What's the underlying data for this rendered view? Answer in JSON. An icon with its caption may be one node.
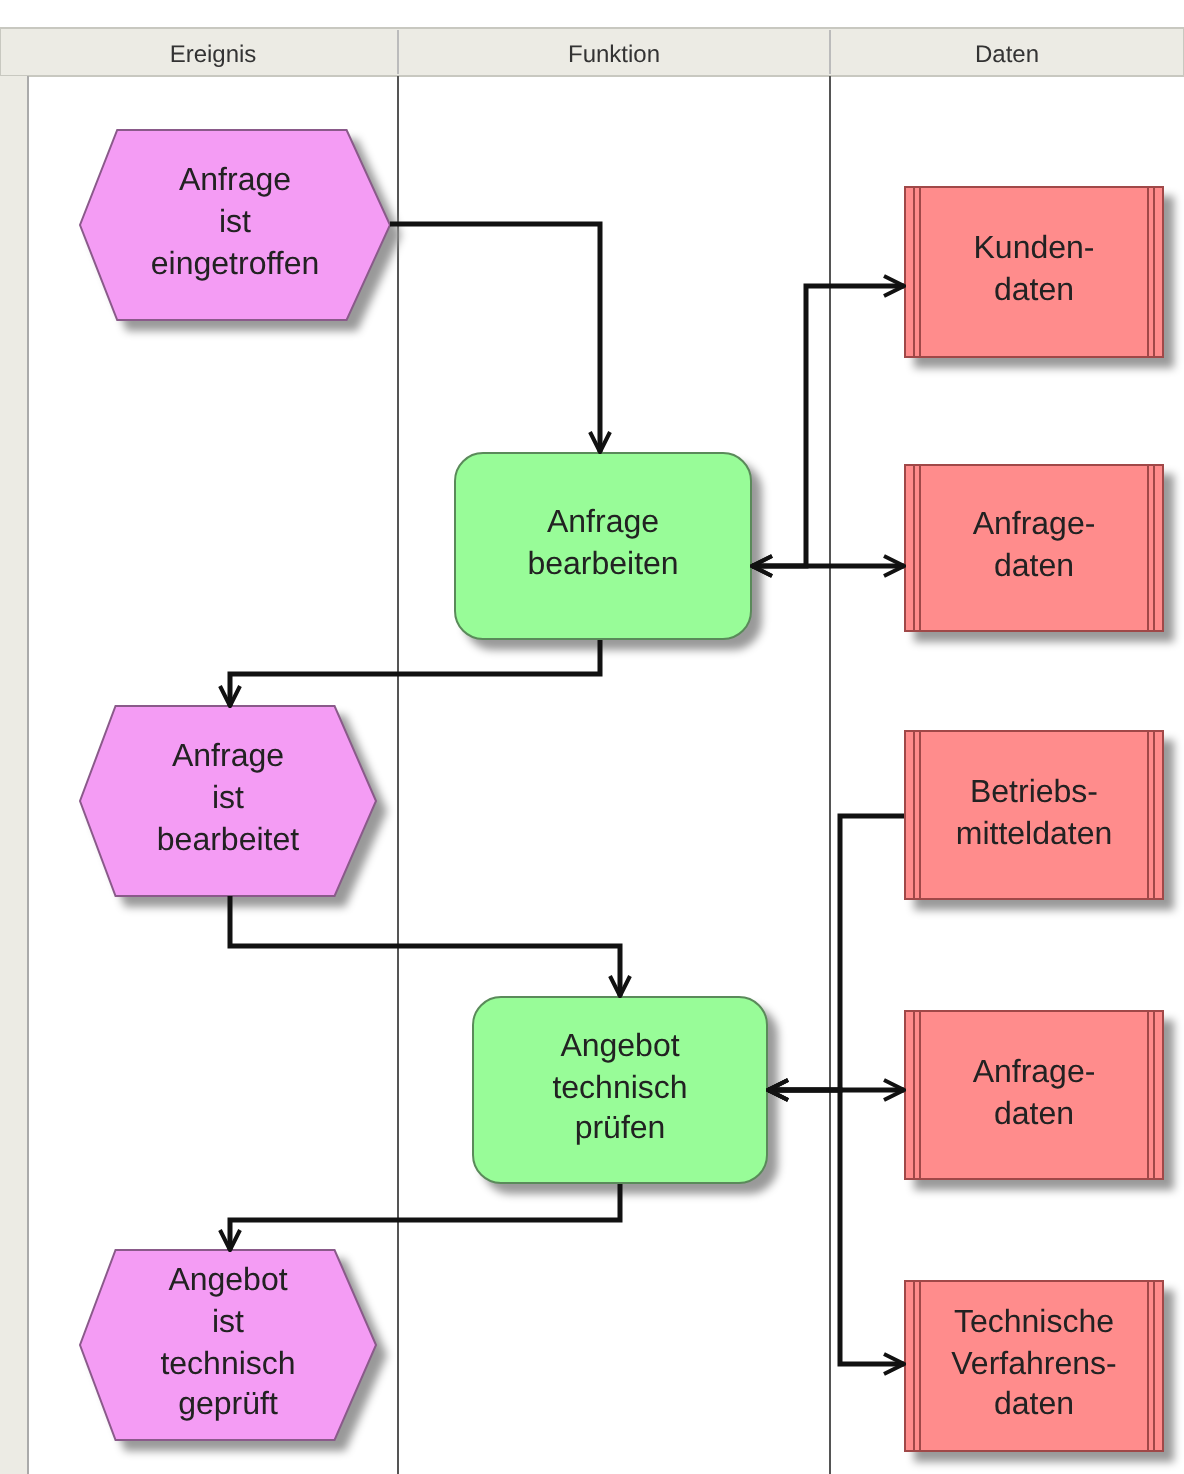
{
  "diagram": {
    "nodes": [
      {
        "text": [
          "Anfrage ist eingetroffen"
        ]
      },
      {
        "text": [
          "Anfrage bearbeiten"
        ]
      },
      {
        "text": [
          "Kunden- daten"
        ]
      },
      {
        "text": [
          "Anfrage- daten"
        ]
      },
      {
        "text": [
          "Anfrage ist bearbeitet"
        ]
      },
      {
        "text": [
          "Betriebs- mitteldaten"
        ]
      },
      {
        "text": [
          "Angebot technisch prüfen"
        ]
      },
      {
        "text": [
          "Anfrage- daten"
        ]
      },
      {
        "text": [
          "Angebot ist technisch geprüft"
        ]
      },
      {
        "text": [
          "Technische Verfahrens- daten"
        ]
      }
    ],
    "edges": [
      {
        "from": 0,
        "to": 1,
        "arrow": "to"
      },
      {
        "from": 1,
        "to": 2,
        "arrow": "both"
      },
      {
        "from": 1,
        "to": 3,
        "arrow": "both"
      },
      {
        "from": 1,
        "to": 4,
        "arrow": "to"
      },
      {
        "from": 4,
        "to": 6,
        "arrow": "to"
      },
      {
        "from": 5,
        "to": 6,
        "arrow": "to"
      },
      {
        "from": 6,
        "to": 7,
        "arrow": "both"
      },
      {
        "from": 6,
        "to": 9,
        "arrow": "both"
      },
      {
        "from": 6,
        "to": 8,
        "arrow": "to"
      }
    ],
    "labels": [
      "Ereignis",
      "Funktion",
      "Daten"
    ]
  }
}
